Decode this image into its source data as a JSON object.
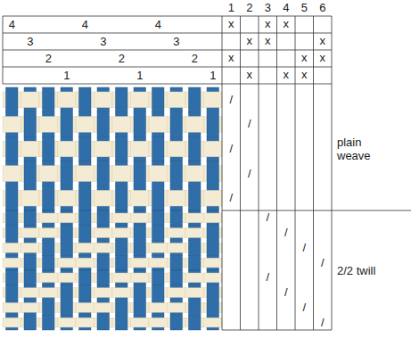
{
  "diagram": {
    "labels": [
      "1",
      "2",
      "3",
      "4",
      "5",
      "6",
      "4",
      "4",
      "4",
      "3",
      "3",
      "3",
      "2",
      "2",
      "2",
      "1",
      "1",
      "1",
      "x",
      "x",
      "x",
      "x",
      "x",
      "x",
      "x",
      "x",
      "x",
      "x",
      "x",
      "x",
      "/",
      "/",
      "/",
      "/",
      "/",
      "/",
      "/",
      "/",
      "/",
      "/",
      "/",
      "/",
      "/",
      "plain weave",
      "2/2 twill"
    ]
  }
}
